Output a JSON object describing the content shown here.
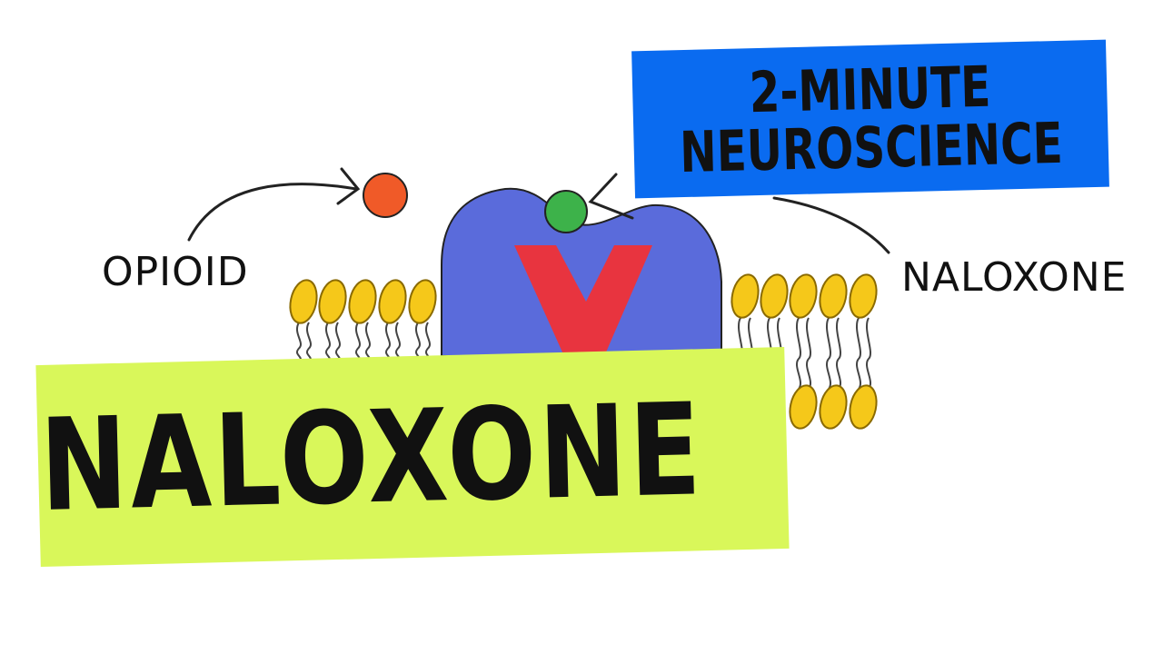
{
  "brand": {
    "line1": "2-MINUTE",
    "line2": "NEUROSCIENCE",
    "color": "#0A6BF0"
  },
  "title": {
    "text": "NALOXONE",
    "color": "#D9F75A"
  },
  "labels": {
    "opioid": "OPIOID",
    "naloxone": "NALOXONE"
  },
  "colors": {
    "receptor": "#5A6BDB",
    "block_mark": "#E8343F",
    "opioid_molecule": "#F05A28",
    "naloxone_molecule": "#3DB24A",
    "lipid_head": "#F5C81A",
    "lipid_outline": "#8A6A00"
  }
}
